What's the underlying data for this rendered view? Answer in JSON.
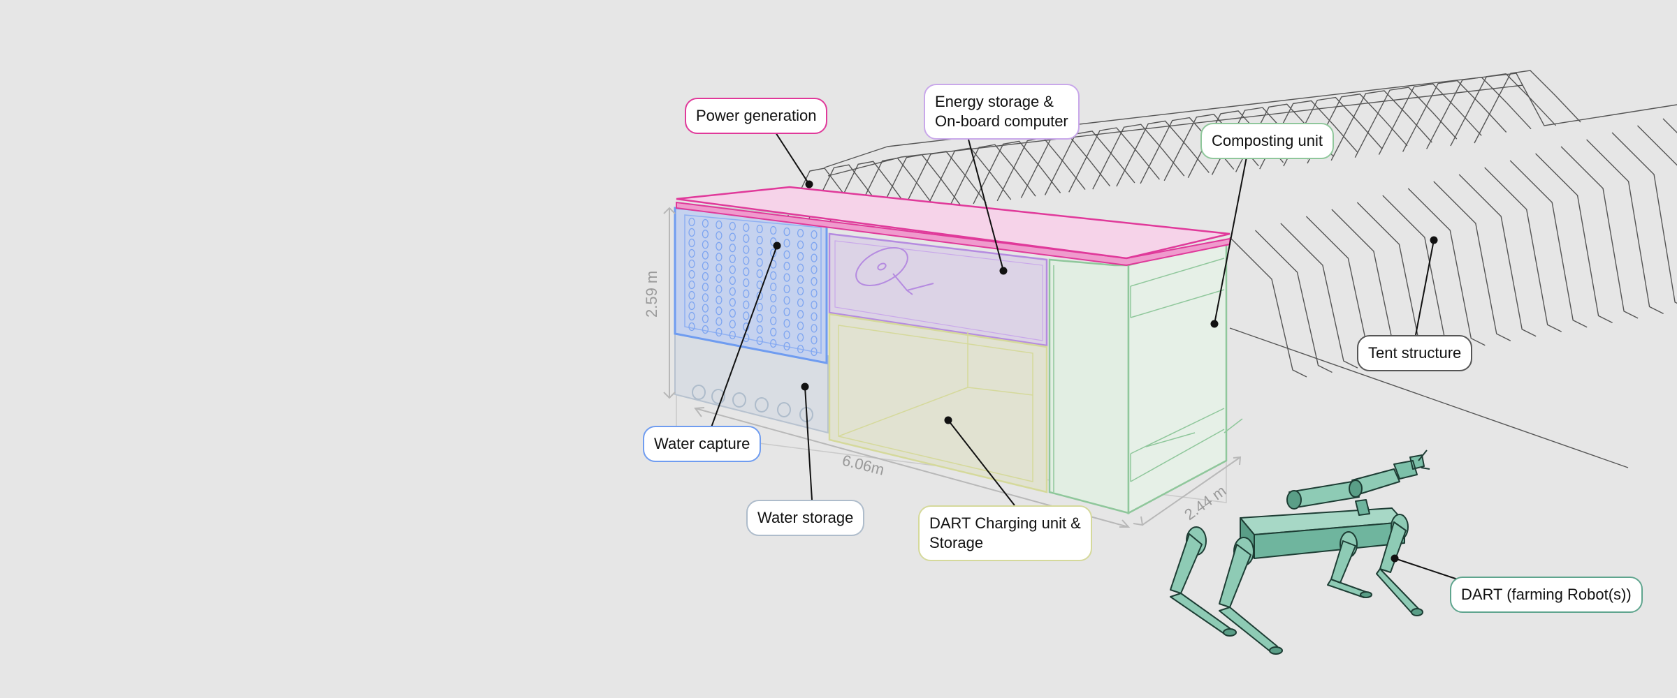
{
  "labels": {
    "power_generation": "Power generation",
    "energy_storage_line1": "Energy storage &",
    "energy_storage_line2": "On-board computer",
    "composting_unit": "Composting unit",
    "tent_structure": "Tent structure",
    "water_capture": "Water capture",
    "water_storage": "Water storage",
    "dart_charging_line1": "DART Charging unit &",
    "dart_charging_line2": "Storage",
    "dart_robot": "DART (farming Robot(s))"
  },
  "dimensions": {
    "height": "2.59 m",
    "length": "6.06m",
    "depth": "2.44 m"
  },
  "colors": {
    "background": "#e6e6e6",
    "power_generation": "#e0399a",
    "energy_storage": "#b58be0",
    "composting": "#8fc79b",
    "tent_structure": "#555555",
    "water_capture": "#6f9cf0",
    "water_storage": "#aebccb",
    "dart_charging": "#d5d99b",
    "dart_robot": "#5fa58e"
  }
}
